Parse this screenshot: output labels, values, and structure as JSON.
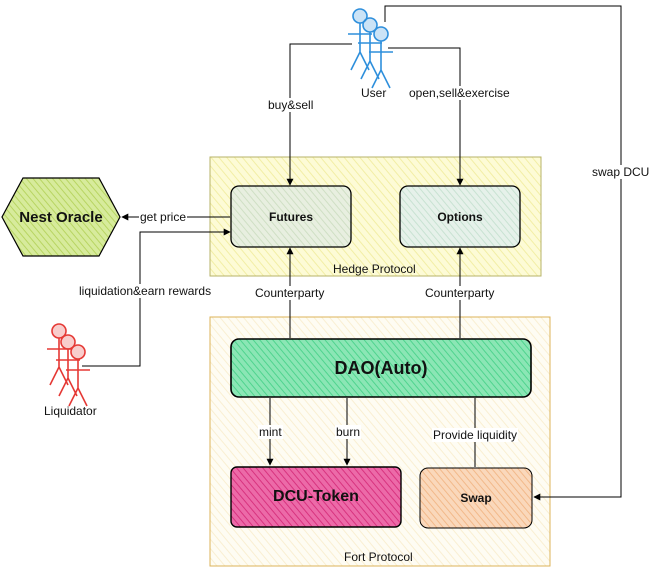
{
  "actors": {
    "user": "User",
    "liquidator": "Liquidator"
  },
  "nodes": {
    "nest_oracle": "Nest Oracle",
    "futures": "Futures",
    "options": "Options",
    "dao": "DAO(Auto)",
    "dcu_token": "DCU-Token",
    "swap": "Swap"
  },
  "groups": {
    "hedge": "Hedge Protocol",
    "fort": "Fort Protocol"
  },
  "edges": {
    "buy_sell": "buy&sell",
    "open_sell_exercise": "open,sell&exercise",
    "swap_dcu": "swap DCU",
    "get_price": "get price",
    "liquidation": "liquidation&earn rewards",
    "counterparty_left": "Counterparty",
    "counterparty_right": "Counterparty",
    "mint": "mint",
    "burn": "burn",
    "provide_liquidity": "Provide liquidity"
  },
  "colors": {
    "hedge_fill": "#fdfbd6",
    "hedge_stroke": "#b7b36a",
    "fort_fill": "#fefbf0",
    "fort_stroke": "#dcb35a",
    "oracle_fill": "#cfe58f",
    "futures_fill": "#e1ecd9",
    "options_fill": "#dfeee3",
    "dao_fill": "#76e0a8",
    "dcu_fill": "#e7529a",
    "swap_fill": "#f8ceaa",
    "user_color": "#2e8fdc",
    "liquidator_color": "#e53935"
  }
}
